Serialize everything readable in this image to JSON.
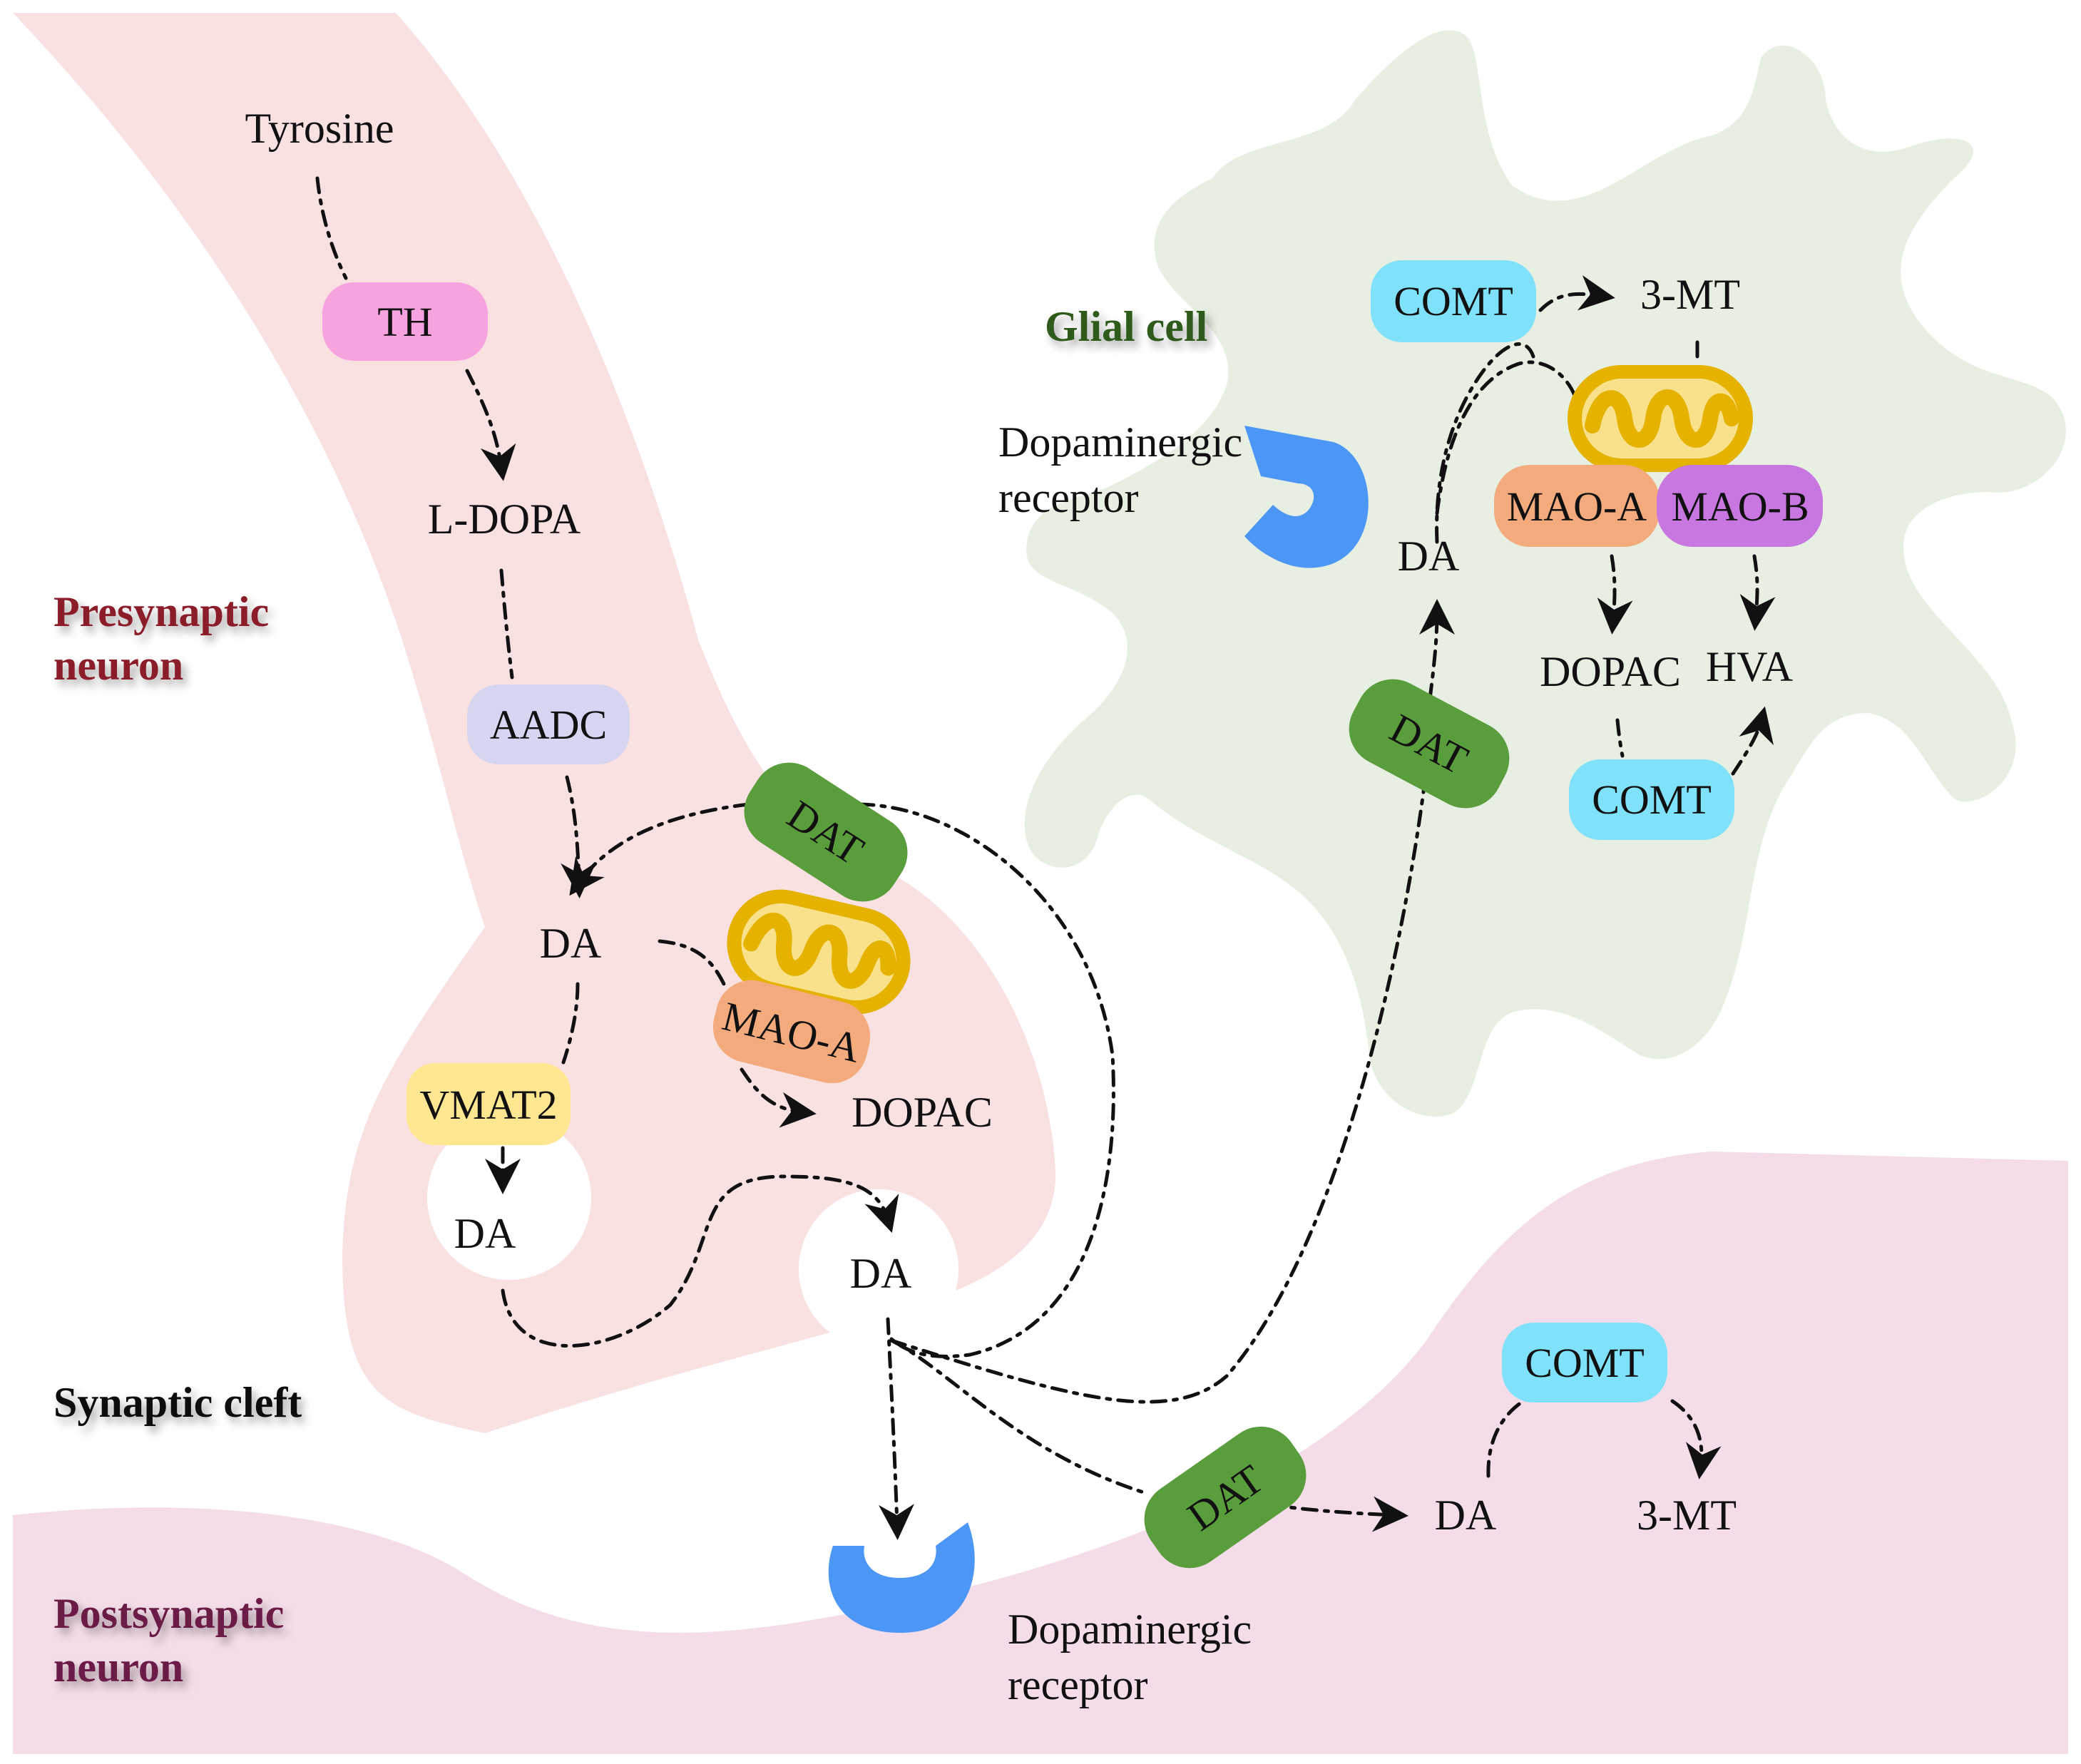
{
  "regions": {
    "presynaptic": {
      "line1": "Presynaptic",
      "line2": "neuron"
    },
    "glial": "Glial cell",
    "cleft": "Synaptic cleft",
    "postsynaptic": {
      "line1": "Postsynaptic",
      "line2": "neuron"
    }
  },
  "enzymes": {
    "th": "TH",
    "aadc": "AADC",
    "vmat2": "VMAT2",
    "mao_a": "MAO-A",
    "mao_b": "MAO-B",
    "dat": "DAT",
    "comt": "COMT"
  },
  "metabolites": {
    "tyrosine": "Tyrosine",
    "l_dopa": "L-DOPA",
    "da": "DA",
    "dopac": "DOPAC",
    "hva": "HVA",
    "three_mt": "3-MT"
  },
  "receptors": {
    "line1": "Dopaminergic",
    "line2": "receptor"
  },
  "colors": {
    "presynaptic_bg": "#f9e1e2",
    "postsynaptic_bg": "#f4dde9",
    "glial_bg": "#e6efe1",
    "th": "#f7a3e0",
    "aadc": "#d6d6f2",
    "vmat2": "#fee790",
    "mao_a": "#f3ab7e",
    "mao_b": "#c877e1",
    "dat": "#5a9d3c",
    "comt": "#7fe2fa",
    "receptor": "#4c96f5",
    "mitochondrion": "#e5b200"
  },
  "icons": [
    "mitochondrion-icon",
    "dopaminergic-receptor-icon"
  ]
}
